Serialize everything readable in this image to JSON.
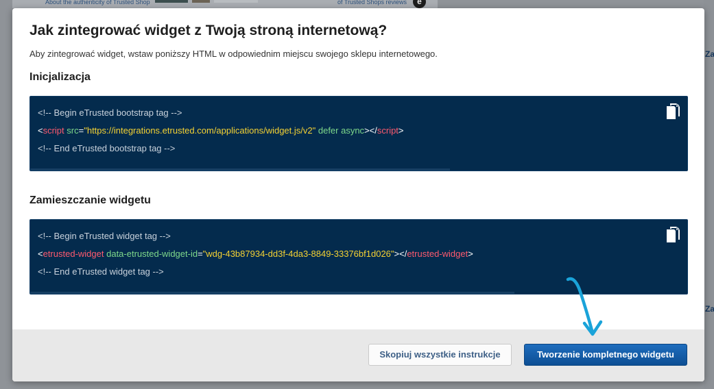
{
  "background": {
    "authenticity_text": "About the authenticity of Trusted Shop",
    "reviews_text": "of Trusted Shops reviews",
    "badge_symbol": "e",
    "side_label": "Za"
  },
  "modal": {
    "title": "Jak zintegrować widget z Twoją stroną internetową?",
    "subtitle": "Aby zintegrować widget, wstaw poniższy HTML w odpowiednim miejscu swojego sklepu internetowego.",
    "sections": [
      {
        "heading": "Inicjalizacja",
        "copy_icon": "copy-icon",
        "code": {
          "comment_start": "<!-- Begin eTrusted bootstrap tag -->",
          "open_bracket": "<",
          "tag": "script",
          "attr1": "src",
          "eq": "=",
          "value1": "\"https://integrations.etrusted.com/applications/widget.js/v2\"",
          "attr2": "defer async",
          "close_open": "></",
          "tag_close": "script",
          "end_bracket": ">",
          "comment_end": "<!-- End eTrusted bootstrap tag -->"
        }
      },
      {
        "heading": "Zamieszczanie widgetu",
        "copy_icon": "copy-icon",
        "code": {
          "comment_start": "<!-- Begin eTrusted widget tag -->",
          "open_bracket": "<",
          "tag": "etrusted-widget",
          "attr1": "data-etrusted-widget-id",
          "eq": "=",
          "value1": "\"wdg-43b87934-dd3f-4da3-8849-33376bf1d026\"",
          "close_open": "></",
          "tag_close": "etrusted-widget",
          "end_bracket": ">",
          "comment_end": "<!-- End eTrusted widget tag -->"
        }
      }
    ],
    "buttons": {
      "copy_all": "Skopiuj wszystkie instrukcje",
      "create_full": "Tworzenie kompletnego widgetu"
    }
  },
  "colors": {
    "code_bg": "#042b4d",
    "tag": "#ff5a6e",
    "attr": "#7fd98b",
    "string": "#f5d233",
    "primary_button": "#0d4f94",
    "arrow": "#1aa3d9"
  }
}
